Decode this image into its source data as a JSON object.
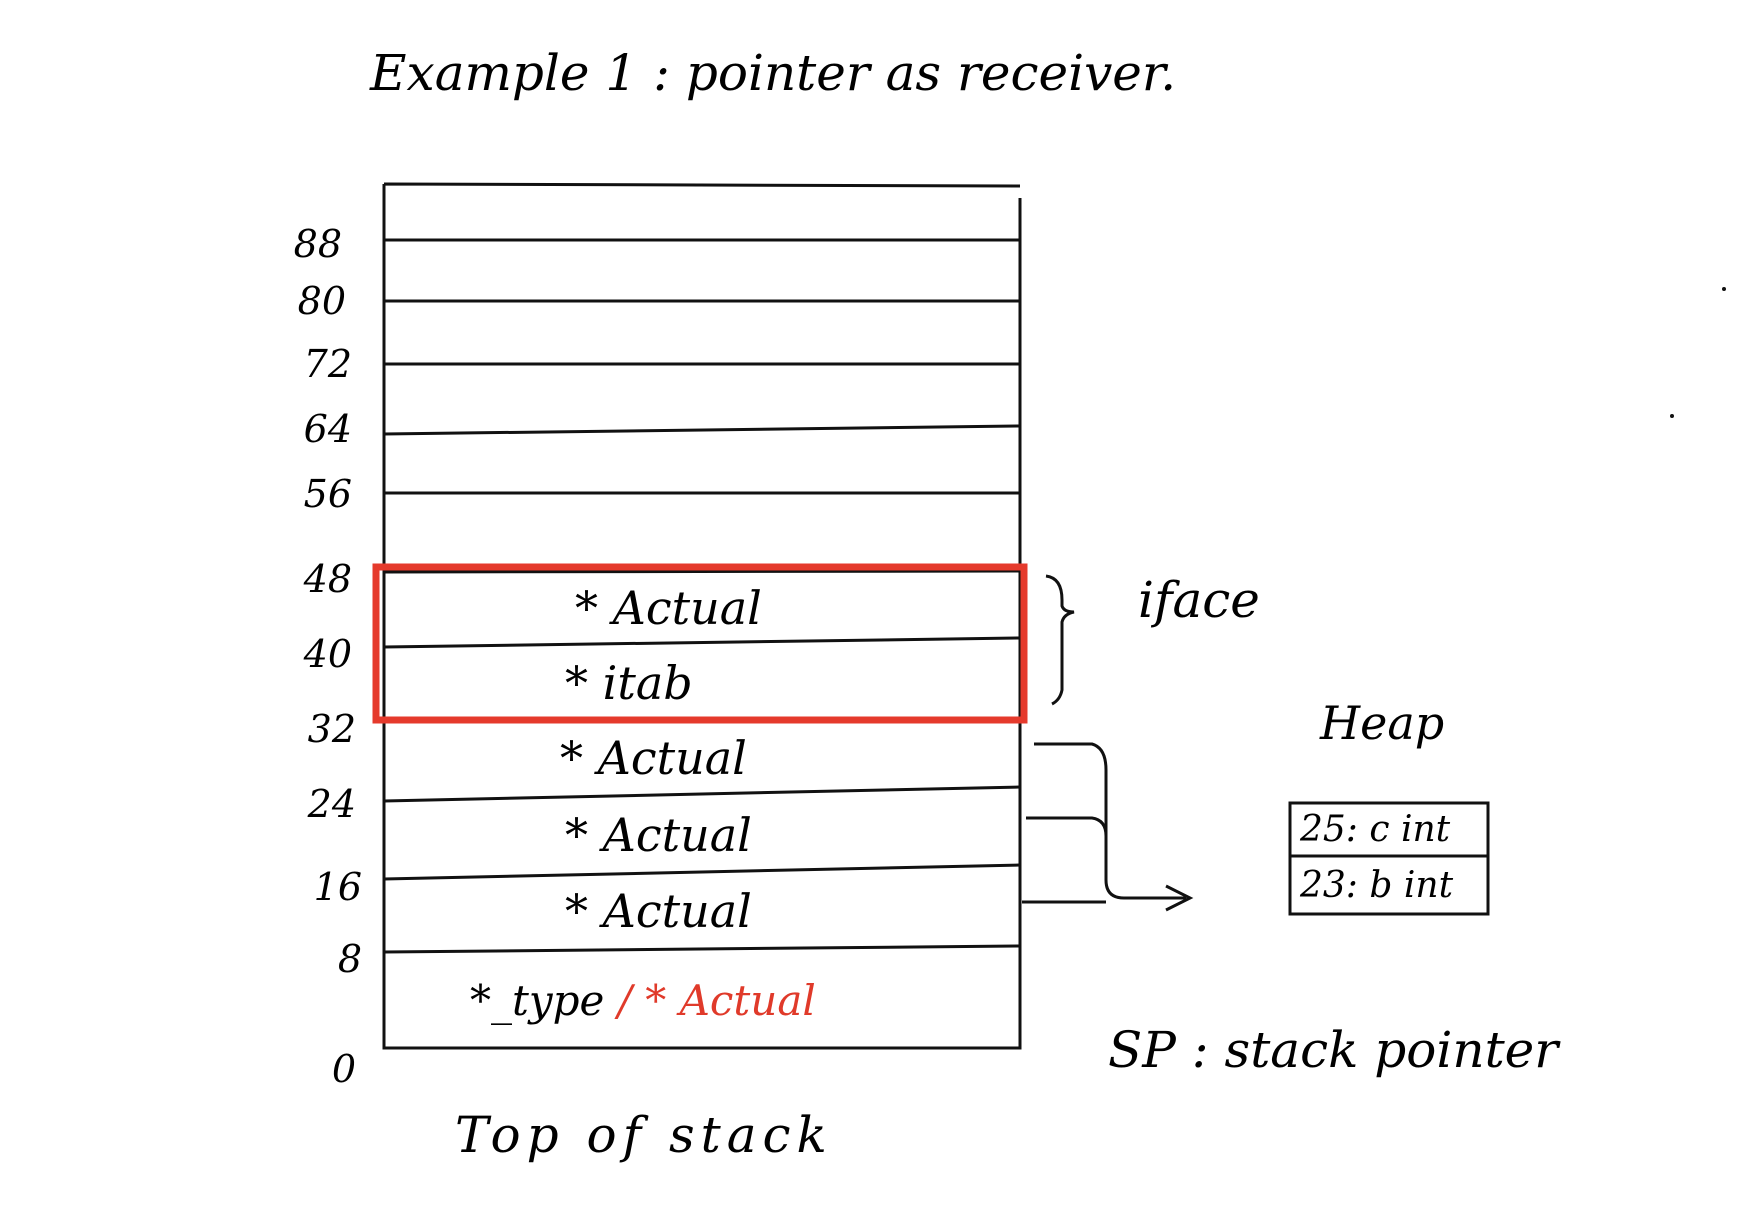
{
  "title": "Example 1 : pointer as receiver.",
  "stack": {
    "offsets": [
      "88",
      "80",
      "72",
      "64",
      "56",
      "48",
      "40",
      "32",
      "24",
      "16",
      "8",
      "0"
    ],
    "cells": [
      {
        "label": "* Actual",
        "color": "#000000"
      },
      {
        "label": "* itab",
        "color": "#000000"
      },
      {
        "label": "* Actual",
        "color": "#000000"
      },
      {
        "label": "* Actual",
        "color": "#000000"
      },
      {
        "label": "* Actual",
        "color": "#000000"
      }
    ],
    "bottom_cell": {
      "prefix": "*_type",
      "suffix": "/ * Actual",
      "suffix_color": "#e03a2a"
    },
    "caption": "Top of stack"
  },
  "iface": {
    "label": "iface",
    "highlight_color": "#e53a2c"
  },
  "heap": {
    "label": "Heap",
    "cells": [
      "25: c int",
      "23: b int"
    ]
  },
  "sp_note": "SP : stack pointer"
}
